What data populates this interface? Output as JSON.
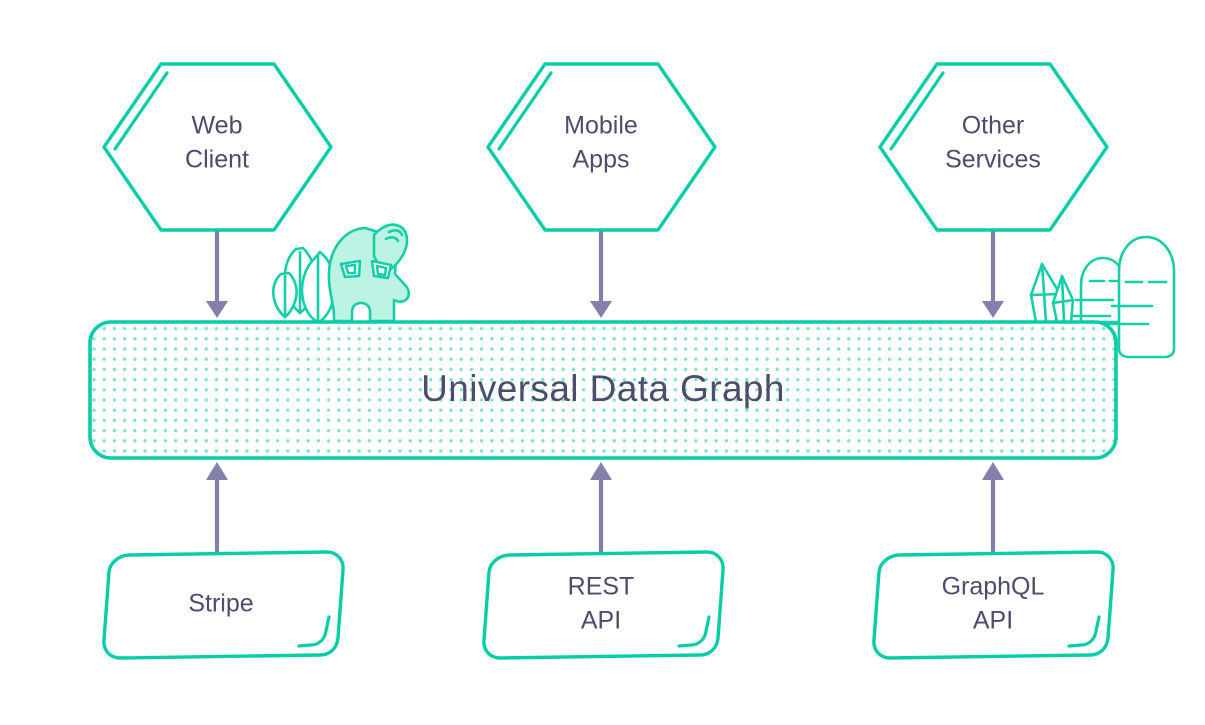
{
  "diagram": {
    "title": "Universal Data Graph",
    "colors": {
      "teal": "#08cda6",
      "teal_art": "#14cfa8",
      "dot_teal": "#7fe3cd",
      "text_slate": "#4c4c6d",
      "arrow_purple": "#8380ad",
      "background": "#ffffff",
      "mascot_fill": "#bdf3e4"
    },
    "consumers": [
      {
        "id": "web-client",
        "line1": "Web",
        "line2": "Client"
      },
      {
        "id": "mobile-apps",
        "line1": "Mobile",
        "line2": "Apps"
      },
      {
        "id": "other-services",
        "line1": "Other",
        "line2": "Services"
      }
    ],
    "sources": [
      {
        "id": "stripe",
        "line1": "Stripe",
        "line2": ""
      },
      {
        "id": "rest-api",
        "line1": "REST",
        "line2": "API"
      },
      {
        "id": "graphql-api",
        "line1": "GraphQL",
        "line2": "API"
      }
    ],
    "connectors": {
      "down_arrow_count": 3,
      "up_arrow_count": 3,
      "direction_top": "down",
      "direction_bottom": "up"
    },
    "decorations": [
      {
        "id": "mascot-scene",
        "description": "mascot-with-plants"
      },
      {
        "id": "rocks-scene",
        "description": "rocks-and-cacti"
      }
    ]
  }
}
